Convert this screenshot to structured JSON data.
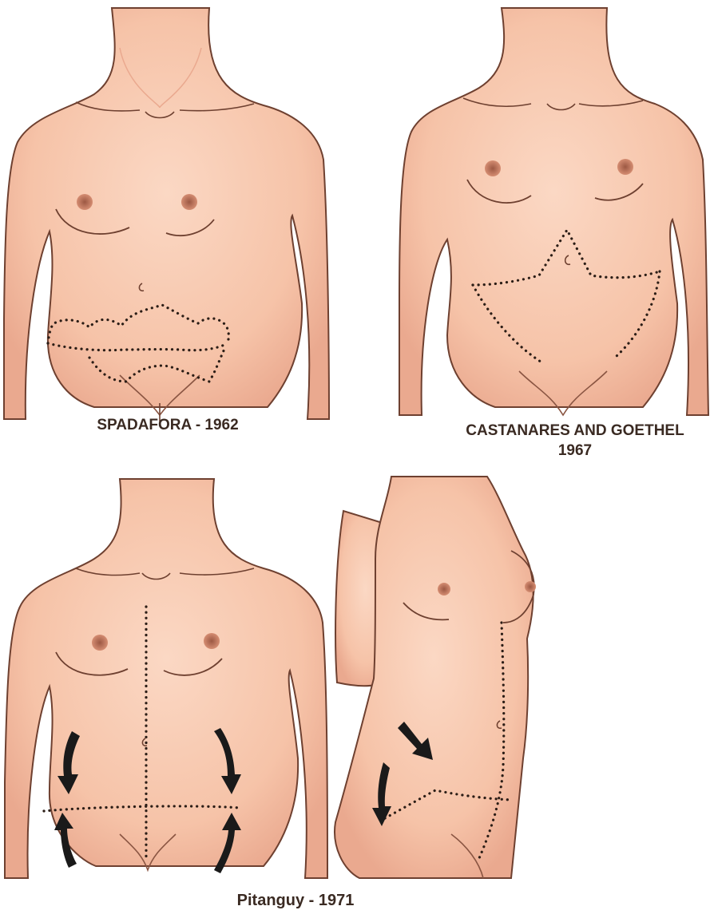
{
  "panels": [
    {
      "id": "spadafora",
      "caption": "SPADAFORA - 1962"
    },
    {
      "id": "castanares",
      "caption_line1": "CASTANARES AND GOETHEL",
      "caption_line2": "1967"
    },
    {
      "id": "pitanguy",
      "caption": "Pitanguy - 1971"
    }
  ],
  "colors": {
    "skin": "#f8cbb2",
    "skin_shadow": "#eaa98f",
    "outline": "#6e4030",
    "areola": "#c57a5f",
    "incision_dots": "#2b1d16",
    "arrow": "#1a1a1a"
  }
}
